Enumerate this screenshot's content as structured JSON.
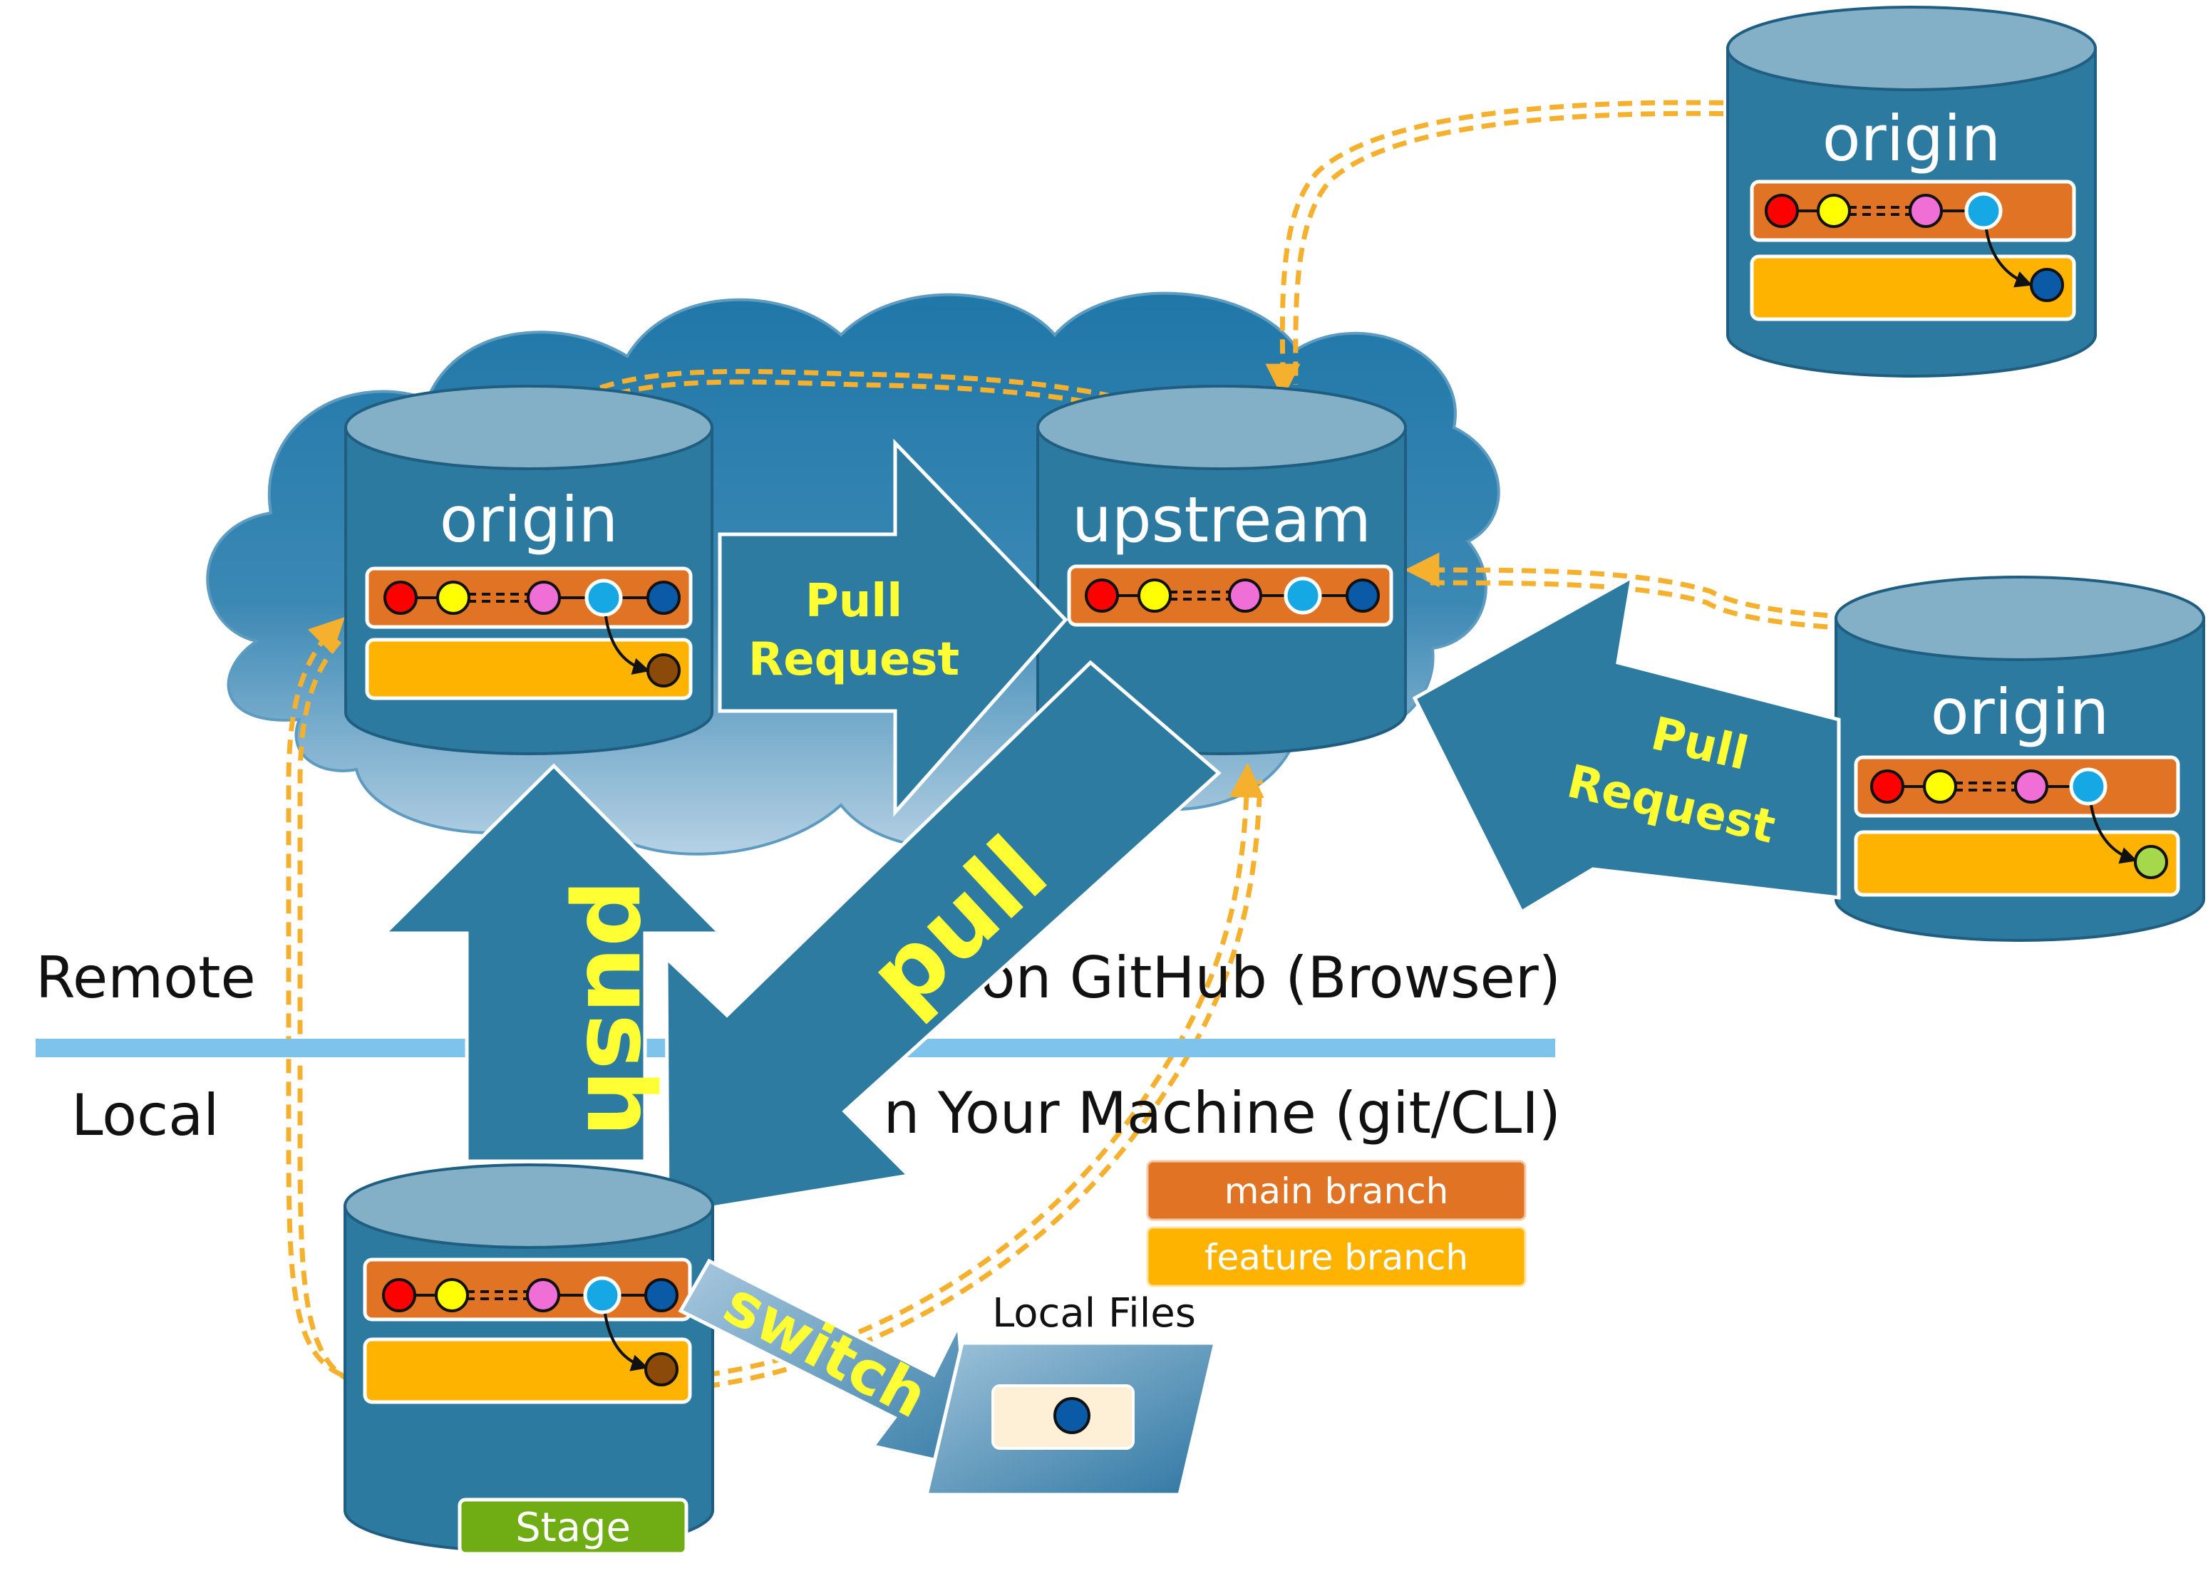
{
  "zones": {
    "remote_label": "Remote",
    "local_label": "Local",
    "remote_hint": "on GitHub (Browser)",
    "local_hint": "n Your Machine (git/CLI)"
  },
  "repos": {
    "origin_cloud": "origin",
    "upstream": "upstream",
    "origin_top_right": "origin",
    "origin_right": "origin"
  },
  "actions": {
    "pull_request_1_line1": "Pull",
    "pull_request_1_line2": "Request",
    "pull_request_2_line1": "Pull",
    "pull_request_2_line2": "Request",
    "push": "push",
    "pull": "pull",
    "switch": "switch"
  },
  "legend": {
    "main": "main branch",
    "feature": "feature branch"
  },
  "local_files_label": "Local Files",
  "stage_label": "Stage",
  "colors": {
    "repo_body": "#2c7aa0",
    "repo_top": "#83b0c7",
    "cloud": "#247aa8",
    "main_branch": "#e07424",
    "feature_branch": "#fdb300",
    "arrow_fill": "#2d7ba1",
    "action_text": "#ffff33",
    "dashed": "#f5b12e",
    "separator": "#7ec3ec",
    "stage": "#70ad14"
  }
}
